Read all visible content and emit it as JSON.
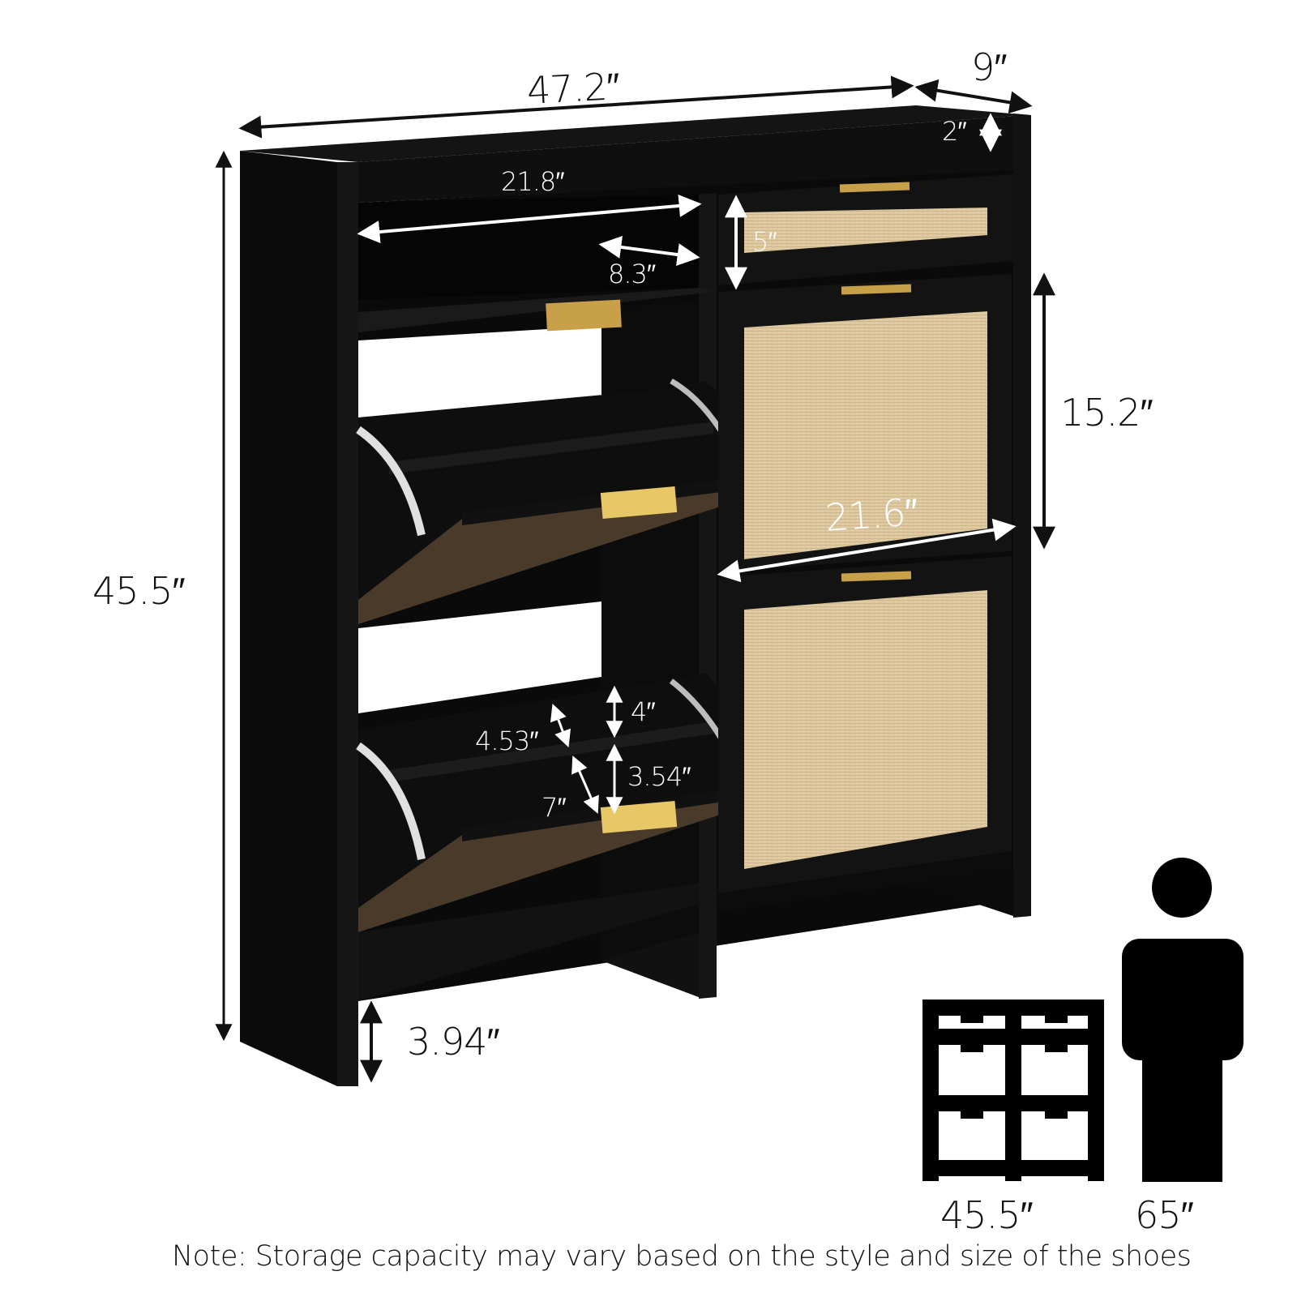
{
  "product": {
    "description": "Black shoe cabinet with two flip-out shoe drawers, one top drawer and two rattan-front flip doors, shown with dimension callouts",
    "colors": {
      "body": "#0d0d0d",
      "body_edge": "#1c1c1c",
      "rattan": "#d9c39a",
      "handle_gold": "#c9a04a",
      "drawer_inner": "#4a3a2a",
      "hinge_silver": "#c8c8c8",
      "dimension_dark": "#111111",
      "dimension_light": "#ffffff"
    }
  },
  "dimensions": {
    "overall_width": "47.2″",
    "depth": "9″",
    "top_rail_height": "2″",
    "overall_height": "45.5″",
    "flip_drawer_width": "21.8″",
    "flip_drawer_depth": "8.3″",
    "top_drawer_height": "5″",
    "rattan_door_height": "15.2″",
    "rattan_door_width": "21.6″",
    "slot_upper_slant": "4.53″",
    "slot_upper_vertical": "4″",
    "slot_lower_vertical": "3.54″",
    "slot_lower_slant": "7″",
    "leg_clearance": "3.94″"
  },
  "size_comparison": {
    "cabinet_icon_label": "45.5″",
    "person_icon_label": "65″"
  },
  "note": "Note: Storage capacity may vary based on the style and size of the shoes"
}
